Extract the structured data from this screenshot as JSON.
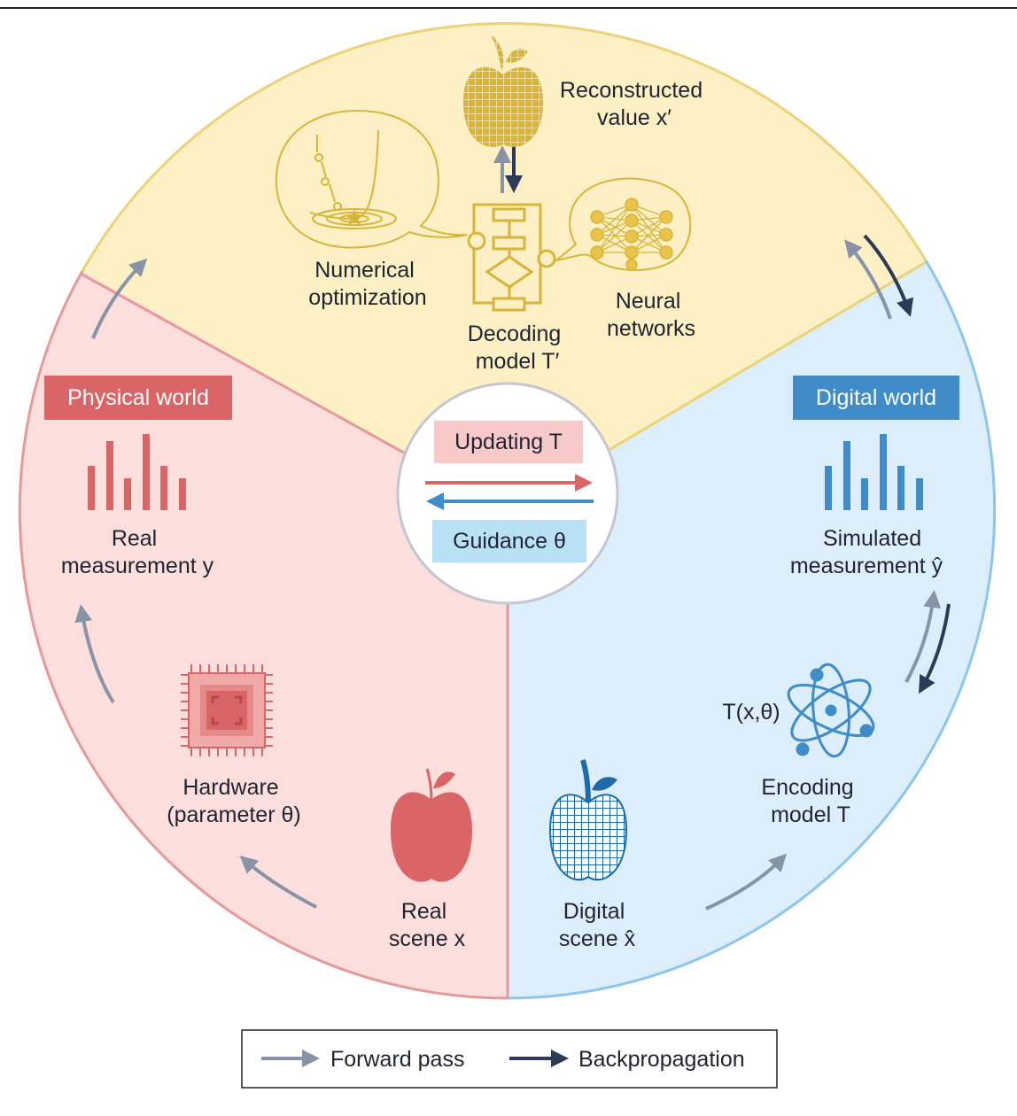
{
  "colors": {
    "physical_bg": "#fcdedc",
    "physical_border": "#e59a9a",
    "physical_accent": "#d96566",
    "digital_bg": "#ddeefb",
    "digital_border": "#8ec5ea",
    "digital_accent": "#3f8cc9",
    "decode_bg": "#fcf0c4",
    "decode_border": "#ecd37a",
    "decode_accent": "#d8b53a",
    "forward_arrow": "#8893a8",
    "backprop_arrow": "#2c3a57",
    "updating_bg": "#f8c9c9",
    "guidance_bg": "#b9e1f6"
  },
  "physical": {
    "badge": "Physical world",
    "measurement": [
      "Real",
      "measurement y"
    ],
    "hardware": [
      "Hardware",
      "(parameter θ)"
    ],
    "scene": [
      "Real",
      "scene x"
    ]
  },
  "digital": {
    "badge": "Digital world",
    "measurement": [
      "Simulated",
      "measurement ŷ"
    ],
    "encoding": [
      "Encoding",
      "model T"
    ],
    "formula": "T(x,θ)",
    "scene": [
      "Digital",
      "scene x̂"
    ]
  },
  "decoding": {
    "reconstructed": [
      "Reconstructed",
      "value x′"
    ],
    "numerical": [
      "Numerical",
      "optimization"
    ],
    "model": [
      "Decoding",
      "model T′"
    ],
    "neural": [
      "Neural",
      "networks"
    ]
  },
  "center": {
    "updating": "Updating T",
    "guidance": "Guidance θ"
  },
  "legend": {
    "forward": "Forward pass",
    "backprop": "Backpropagation"
  },
  "icons": [
    "bar-chart-icon",
    "chip-icon",
    "apple-icon",
    "grid-apple-icon",
    "atom-icon",
    "flowchart-icon",
    "neural-network-icon",
    "optimization-icon"
  ]
}
